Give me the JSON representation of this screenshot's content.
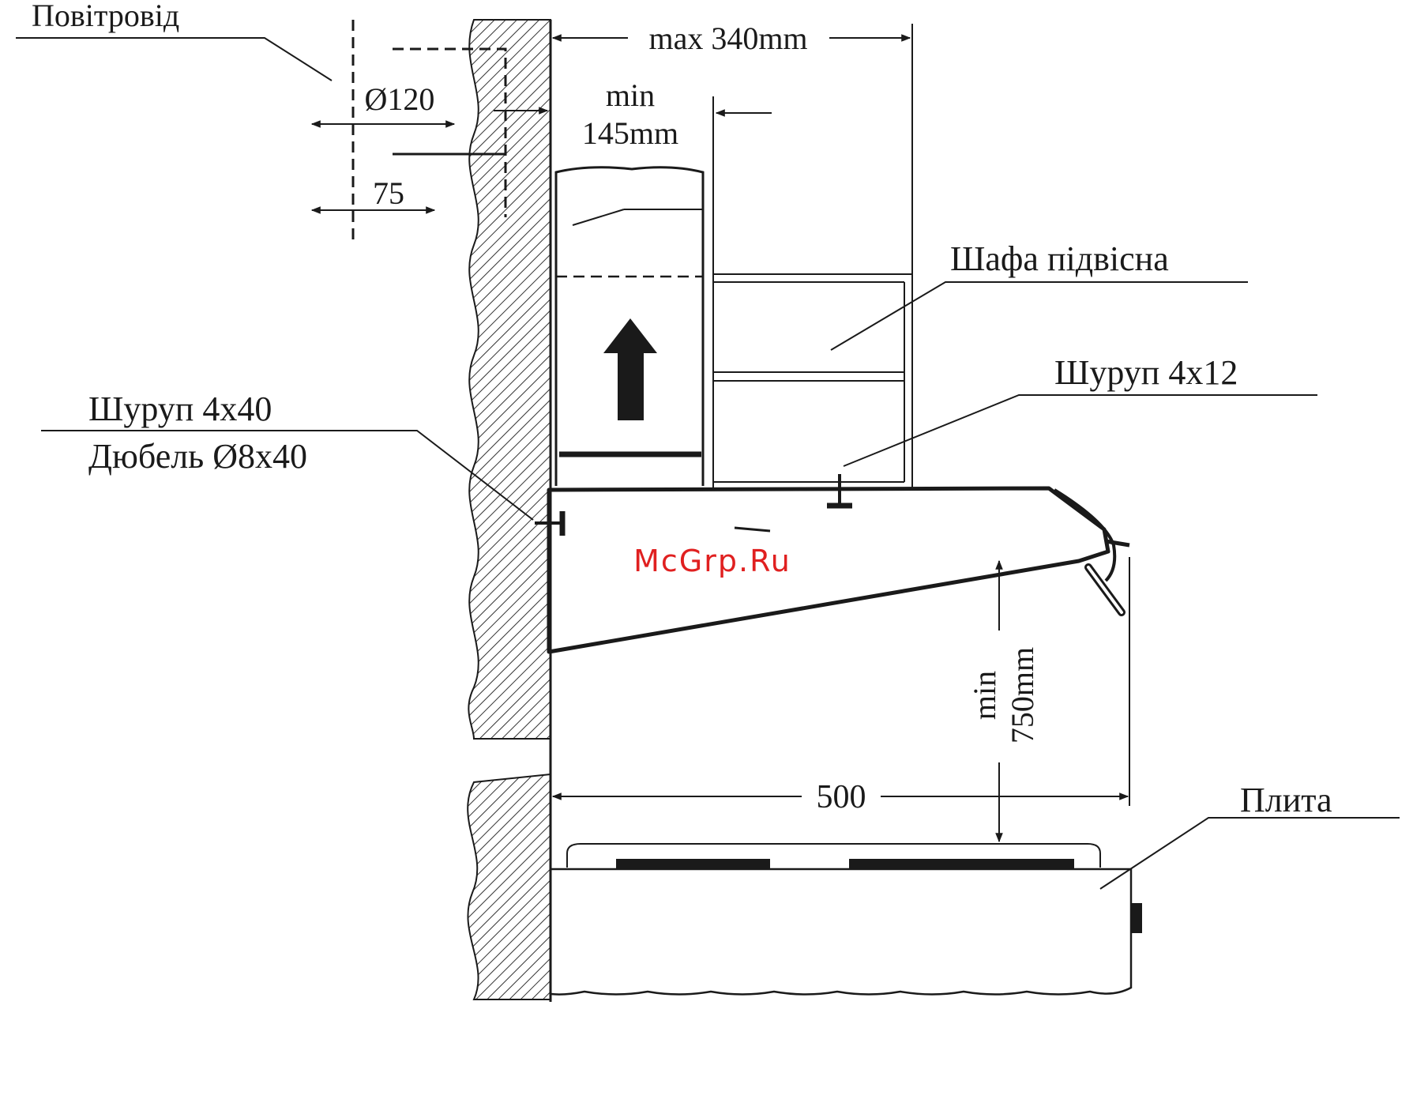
{
  "labels": {
    "air_duct": "Повітровід",
    "duct_diameter": "Ø120",
    "duct_offset": "75",
    "max_depth": "max 340mm",
    "min_width_line1": "min",
    "min_width_line2": "145mm",
    "wall_cabinet": "Шафа підвісна",
    "cabinet_screw": "Шуруп 4x12",
    "wall_screw": "Шуруп 4x40",
    "wall_dowel": "Дюбель Ø8x40",
    "hood_depth": "500",
    "min_height_line1": "min",
    "min_height_line2": "750mm",
    "stove": "Плита"
  },
  "watermark": "McGrp.Ru",
  "colors": {
    "line": "#1a1a1a",
    "watermark": "#e02020",
    "background": "#ffffff"
  }
}
